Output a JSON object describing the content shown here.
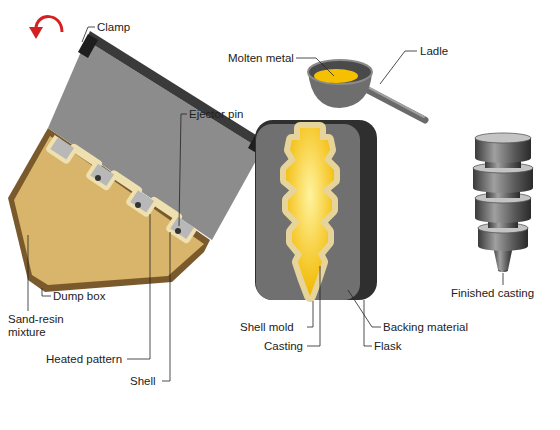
{
  "diagram": {
    "labels": [
      "Clamp",
      "Molten metal",
      "Ladle",
      "Ejector pin",
      "Dump box",
      "Sand-resin mixture",
      "Heated pattern",
      "Shell",
      "Shell mold",
      "Casting",
      "Backing material",
      "Flask",
      "Finished casting"
    ]
  }
}
